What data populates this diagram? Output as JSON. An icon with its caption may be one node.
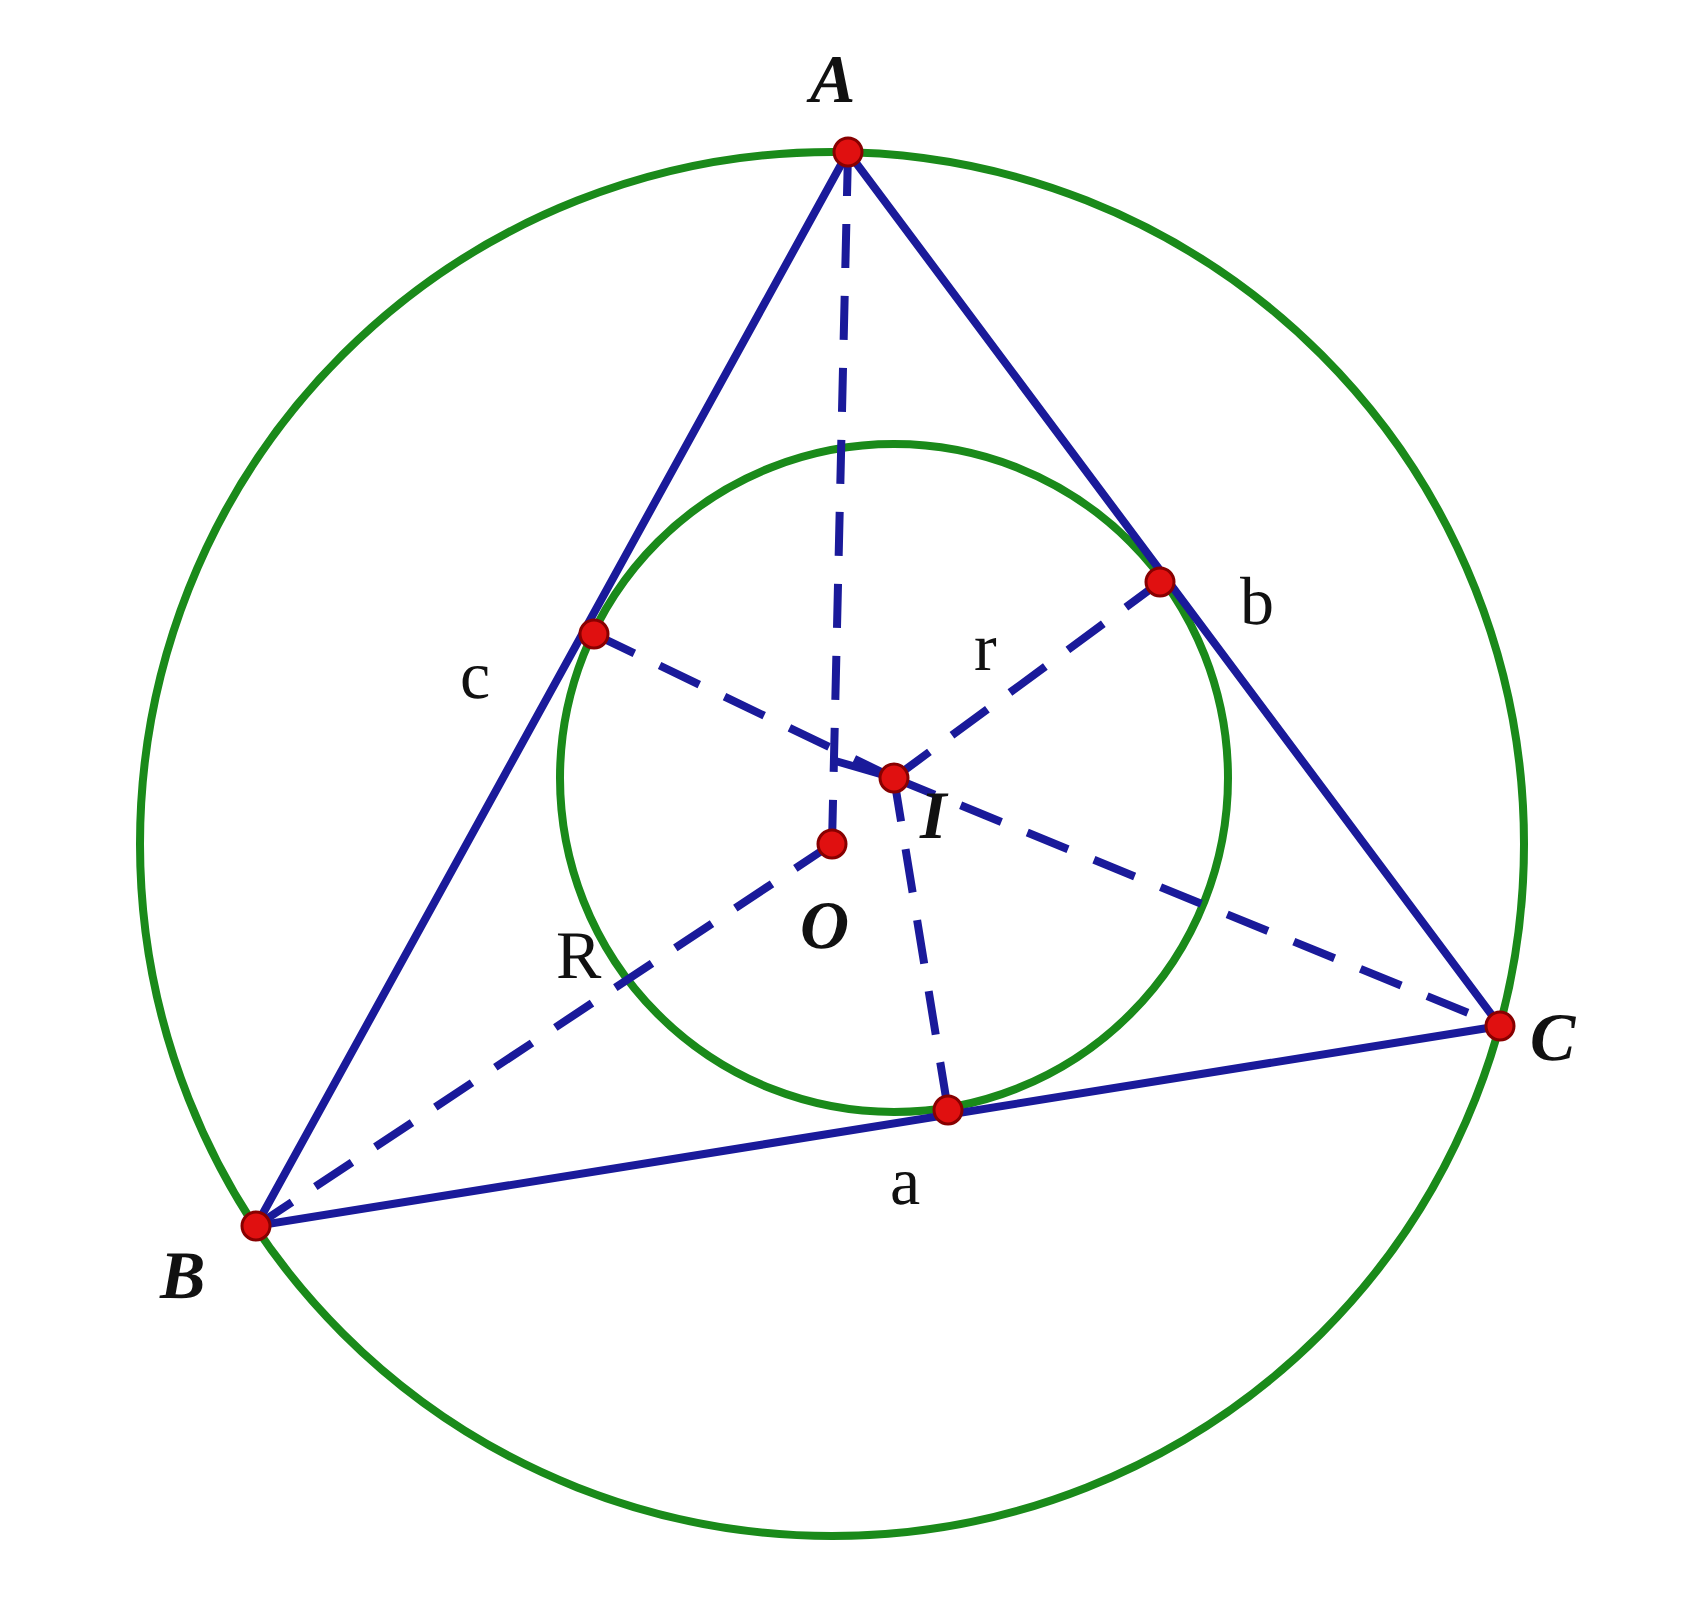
{
  "diagram": {
    "labels": [
      "A",
      "b",
      "r",
      "c",
      "I",
      "O",
      "R",
      "C",
      "a",
      "B"
    ]
  }
}
